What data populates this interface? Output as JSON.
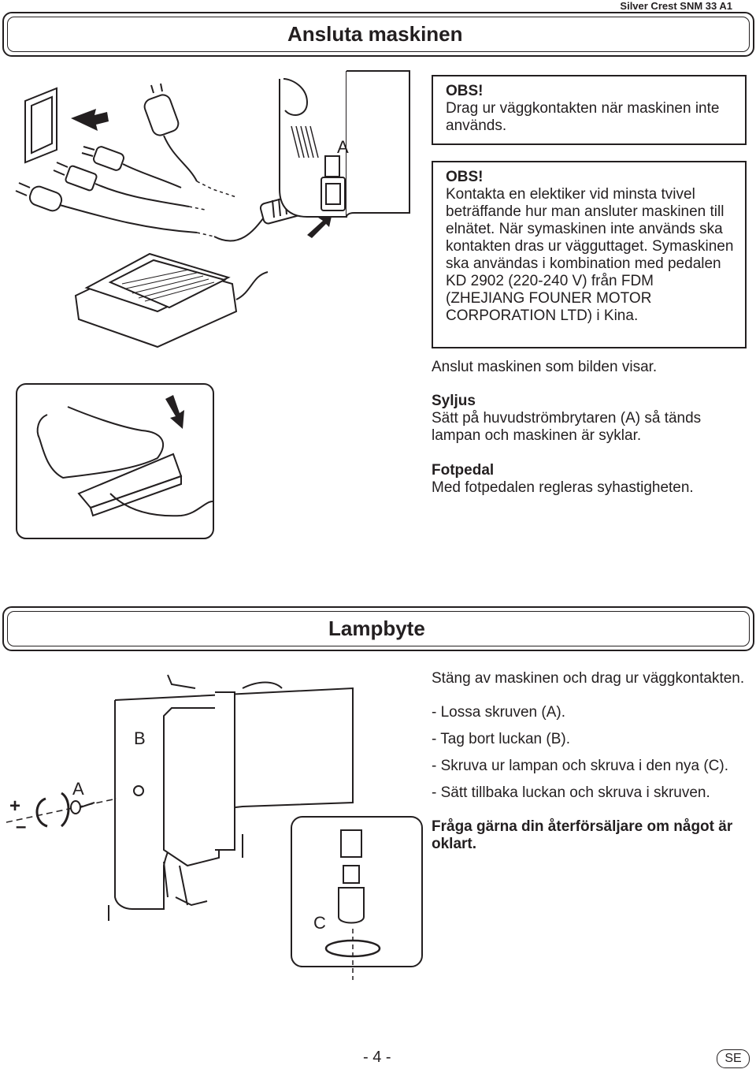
{
  "header": {
    "model": "Silver Crest SNM 33 A1"
  },
  "section1": {
    "title": "Ansluta maskinen",
    "obs1": {
      "title": "OBS!",
      "text": "Drag ur väggkontakten när maskinen inte används."
    },
    "obs2": {
      "title": "OBS!",
      "text": "Kontakta en elektiker vid minsta tvivel beträffande hur man ansluter maskinen till elnätet. När symaskinen inte används ska kontakten dras ur vägguttaget. Symaskinen ska användas i kombination med pedalen KD 2902 (220-240 V) från FDM (ZHEJIANG FOUNER MOTOR CORPORATION LTD) i Kina."
    },
    "connect_text": "Anslut maskinen som bilden visar.",
    "syljus": {
      "title": "Syljus",
      "text": "Sätt på huvudströmbrytaren (A) så tänds lampan och maskinen är syklar."
    },
    "fotpedal": {
      "title": "Fotpedal",
      "text": "Med fotpedalen regleras syhastigheten."
    },
    "figure_label_a": "A"
  },
  "section2": {
    "title": "Lampbyte",
    "intro": "Stäng av maskinen och drag ur väggkontakten.",
    "steps": [
      "- Lossa skruven (A).",
      "- Tag bort luckan (B).",
      "- Skruva ur lampan och skruva i den nya (C).",
      "- Sätt tillbaka luckan och skruva i skruven."
    ],
    "note": "Fråga gärna din återförsäljare om något är oklart.",
    "figure_labels": {
      "a": "A",
      "b": "B",
      "c": "C",
      "plus": "+",
      "minus": "–"
    }
  },
  "footer": {
    "page": "- 4 -",
    "lang": "SE"
  }
}
